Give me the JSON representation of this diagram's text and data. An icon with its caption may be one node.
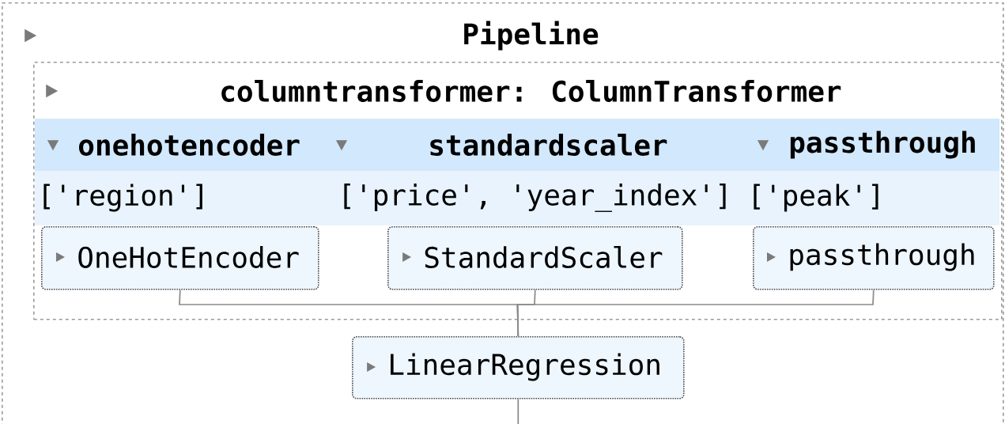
{
  "diagram": {
    "nodes": [
      {
        "text": [
          "Pipeline"
        ]
      },
      {
        "text": [
          "columntransformer: ColumnTransformer"
        ],
        "in": 0
      },
      {
        "text": [
          "onehotencoder",
          "['region']"
        ],
        "in": 1
      },
      {
        "text": [
          "standardscaler",
          "['price', 'year_index']"
        ],
        "in": 1
      },
      {
        "text": [
          "passthrough",
          "['peak']"
        ],
        "in": 1
      },
      {
        "text": [
          "OneHotEncoder"
        ],
        "in": 1
      },
      {
        "text": [
          "StandardScaler"
        ],
        "in": 1
      },
      {
        "text": [
          "passthrough"
        ],
        "in": 1
      },
      {
        "text": [
          "LinearRegression"
        ],
        "in": 0
      }
    ],
    "edges": [
      {
        "from": 5,
        "to": 8,
        "arrow": "none"
      },
      {
        "from": 6,
        "to": 8,
        "arrow": "none"
      },
      {
        "from": 7,
        "to": 8,
        "arrow": "none"
      },
      {
        "from": 8,
        "to": null,
        "arrow": "none"
      }
    ]
  }
}
